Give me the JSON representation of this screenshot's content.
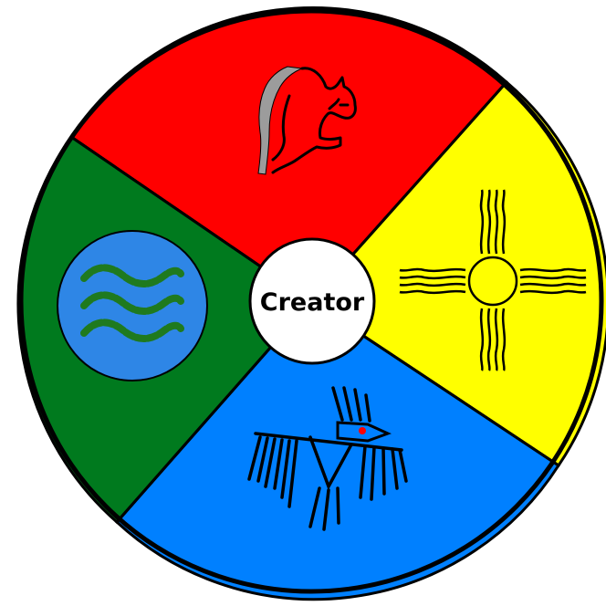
{
  "center": {
    "label": "Creator",
    "fill": "#ffffff"
  },
  "quadrants": [
    {
      "direction": "north",
      "color": "#ff0000",
      "icon": "horse-icon"
    },
    {
      "direction": "east",
      "color": "#ffff00",
      "icon": "sun-symbol-icon"
    },
    {
      "direction": "south",
      "color": "#0080ff",
      "icon": "thunderbird-icon"
    },
    {
      "direction": "west",
      "color": "#007a1e",
      "icon": "water-waves-icon"
    }
  ],
  "colors": {
    "outline": "#000000",
    "mane": "#9c9c9c",
    "water_circle": "#2e86e6",
    "wave": "#1f7a1f",
    "eye_dot": "#ff0000"
  }
}
